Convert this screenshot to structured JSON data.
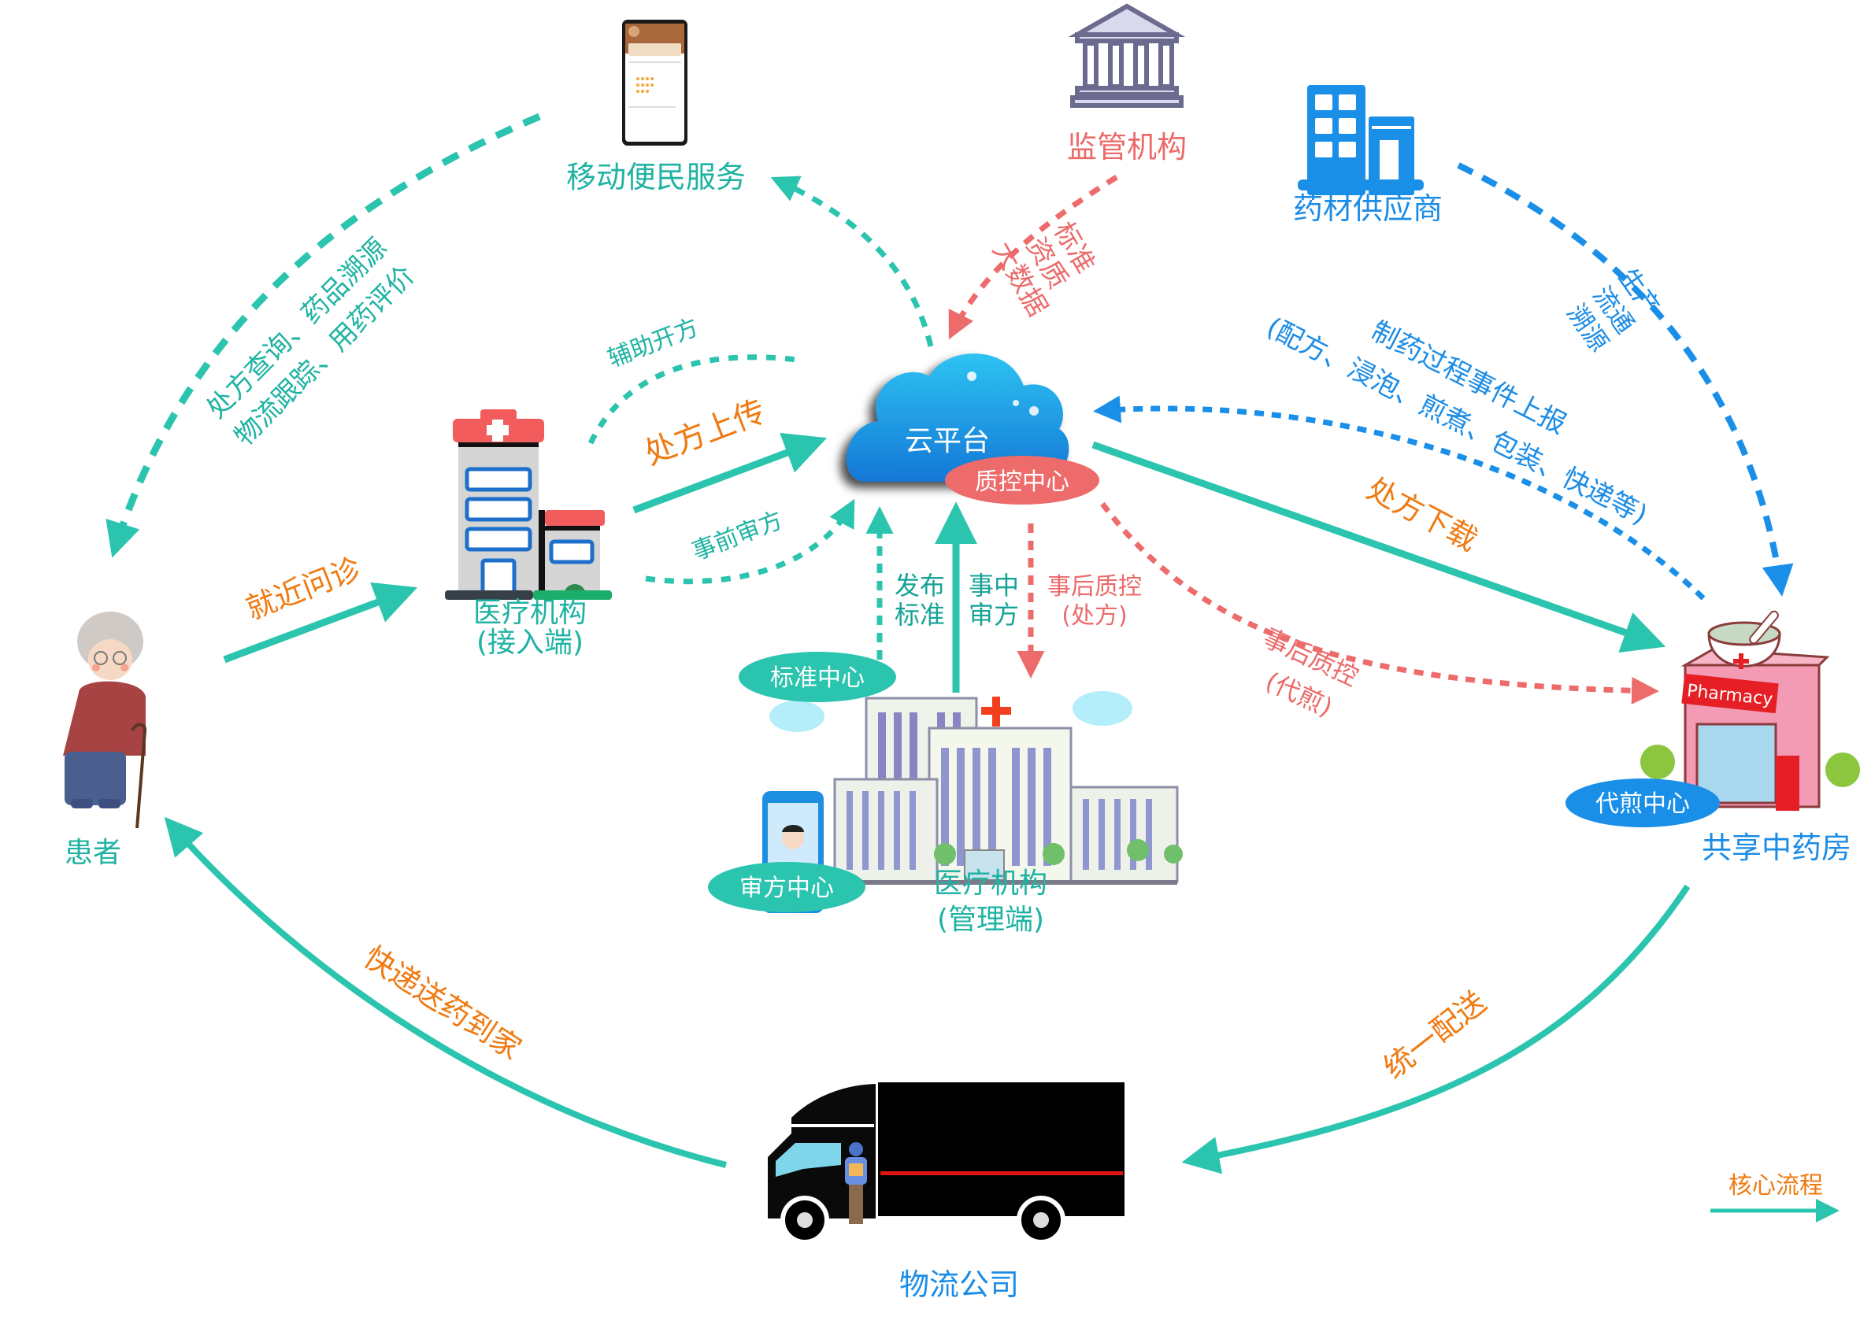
{
  "colors": {
    "teal": "#2BC4AE",
    "teal_text": "#1FB3A3",
    "red": "#EE6B6B",
    "blue": "#1A8FE8",
    "orange": "#F07A12",
    "cloud_blue": "#1E9BE6"
  },
  "nodes": {
    "patient": {
      "label": "患者",
      "icon": "elderly-patient-icon"
    },
    "clinic": {
      "label_line1": "医疗机构",
      "label_line2": "(接入端)",
      "icon": "hospital-icon"
    },
    "mobile_service": {
      "label": "移动便民服务",
      "icon": "mobile-phone-icon"
    },
    "regulator": {
      "label": "监管机构",
      "icon": "government-building-icon"
    },
    "supplier": {
      "label": "药材供应商",
      "icon": "office-building-icon"
    },
    "cloud": {
      "label": "云平台",
      "badge": "质控中心",
      "icon": "cloud-icon"
    },
    "hospital_admin": {
      "label_line1": "医疗机构",
      "label_line2": "(管理端)",
      "badge_standard": "标准中心",
      "badge_review": "审方中心",
      "icon": "hospital-complex-icon"
    },
    "pharmacy": {
      "label": "共享中药房",
      "badge": "代煎中心",
      "sign": "Pharmacy",
      "icon": "pharmacy-icon"
    },
    "logistics": {
      "label": "物流公司",
      "icon": "delivery-truck-icon"
    }
  },
  "flows": {
    "visit": "就近问诊",
    "upload": "处方上传",
    "assist": "辅助开方",
    "pre_review": "事前审方",
    "mobile_line1": "处方查询、药品溯源",
    "mobile_line2": "物流跟踪、用药评价",
    "regulator_line1": "标准",
    "regulator_line2": "资质",
    "regulator_line3": "大数据",
    "supplier_line1": "生产",
    "supplier_line2": "流通",
    "supplier_line3": "溯源",
    "report_line1": "制药过程事件上报",
    "report_line2": "(配方、浸泡、煎煮、包装、快递等)",
    "download": "处方下载",
    "publish_line1": "发布",
    "publish_line2": "标准",
    "mid_review_line1": "事中",
    "mid_review_line2": "审方",
    "post_qc_rx_line1": "事后质控",
    "post_qc_rx_line2": "(处方)",
    "post_qc_decoct_line1": "事后质控",
    "post_qc_decoct_line2": "(代煎)",
    "dispatch": "统一配送",
    "home_delivery": "快递送药到家"
  },
  "legend": {
    "label": "核心流程"
  }
}
